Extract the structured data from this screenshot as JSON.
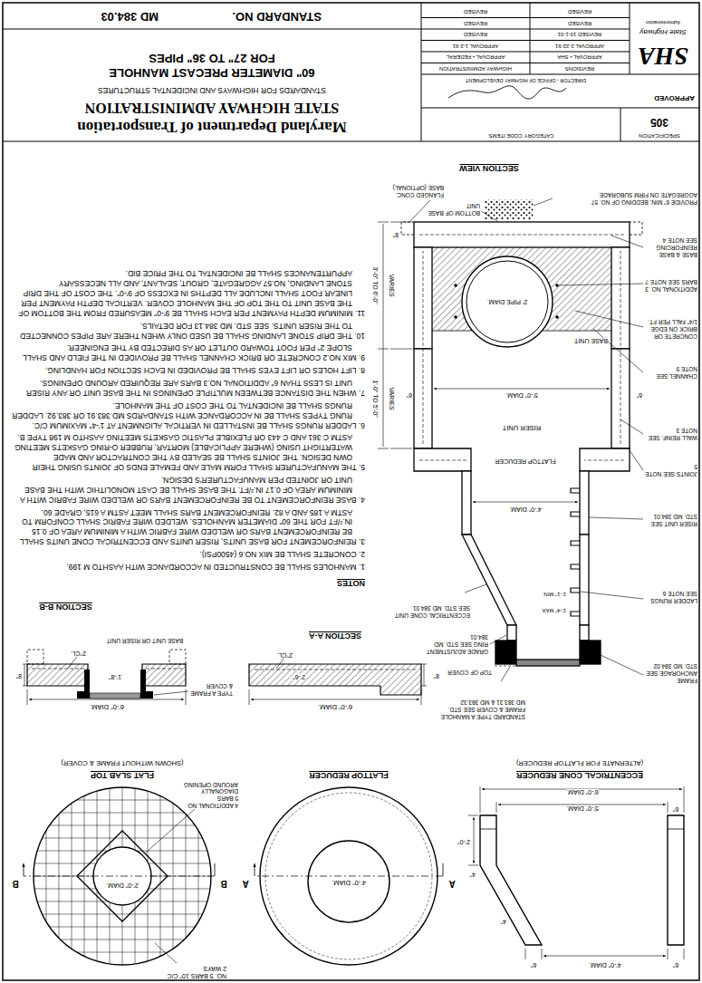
{
  "diagram": {
    "title": "60\" DIAMETER PRECAST MANHOLE FOR 27\" TO 36\" PIPES",
    "labels": [
      "ECCENTRICAL CONE REDUCER",
      "(ALTERNATE FOR FLATTOP REDUCER)",
      "6\"",
      "4'-0\" DIAM.",
      "6\"",
      "4\"",
      "4\"",
      "2'-0\"",
      "6\"",
      "5'-0\" DIAM.",
      "6'-0\" DIAM.",
      "FLATTOP REDUCER",
      "4'-0\" DIAM.",
      "A",
      "A",
      "FLAT SLAB TOP",
      "(SHOWN WITHOUT FRAME & COVER)",
      "2'-0\" DIAM.",
      "B",
      "B",
      "NO. 5 BARS 10\" C/C 2 WAYS",
      "4 ADDITIONAL NO. 5 BARS DIAGONALLY AROUND OPENING",
      "6'-0\" DIAM.",
      "2'-6\"",
      "8\"",
      "2\"CL.",
      "SECTION A-A",
      "6'-0\" DIAM.",
      "1'-8\"",
      "TYPE A FRAME & COVER",
      "8\"",
      "BASE UNIT OR RISER UNIT",
      "2\"CL.",
      "SECTION B-B",
      "FRAME ANCHORAGE SEE STD. MD 384.02",
      "LADDER RUNGS SEE NOTE 6",
      "RISER UNIT SEE STD. MD 384.01",
      "JOINTS SEE NOTE 5",
      "WALL REINF. SEE NOTE 3",
      "CHANNEL SEE NOTE 9",
      "CONCRETE OR BRICK ON EDGE 1/4\" FALL PER FT.",
      "ADDITIONAL NO. 3 BARS SEE NOTE 7",
      "BASE & BASE REINFORCING SEE NOTE 4",
      "PROVIDE 6\" MIN. BEDDING OF NO. 57 AGGREGATE ON FIRM SUBGRADE",
      "STANDARD TYPE A MANHOLE FRAME & COVER SEE STD. MD 383.31 & MD 383.32",
      "TOP OF COVER",
      "GRADE ADJUSTMENT RING SEE STD. MD 384.01",
      "ECCENTRICAL CONE UNIT SEE STD. MD 384.01",
      "1'-4\" MAX.",
      "1'-1\" MIN.",
      "4'-0\" DIAM.",
      "FLATTOP REDUCER",
      "RISER UNIT",
      "5'-0\" DIAM.",
      "6\"",
      "6\"",
      "VARIES",
      "1'-0\" TO 5'-0\"",
      "BASE UNIT",
      "2' PIPE DIAM.",
      "VARIES",
      "3'-0\" TO 6'-0\"",
      "8\"",
      "BOTTOM OF BASE UNIT",
      "FLANGED CONC. BASE (OPTIONAL)",
      "SECTION VIEW",
      "NOTES",
      "1. MANHOLES SHALL BE CONSTRUCTED IN ACCORDANCE WITH AASHTO M 199.",
      "2. CONCRETE SHALL BE MIX NO.6 (4500PSI).",
      "3. REINFORCEMENT FOR BASE UNITS, RISER UNITS AND ECCENTRICAL CONE UNITS SHALL BE REINFORCEMENT BARS OR WELDED WIRE FABRIC WITH A MINIMUM AREA OF 0.15 IN.²/FT FOR THE 60\" DIAMETER MANHOLES. WELDED WIRE FABRIC SHALL CONFORM TO ASTM A 185 AND A 82. REINFORCEMENT BARS SHALL MEET ASTM A 615, GRADE 60.",
      "4. BASE REINFORCEMENT TO BE REINFORCEMENT BARS OR WELDED WIRE FABRIC WITH A MINIMUM AREA OF 0.17 IN.²/FT. THE BASE SHALL BE CAST MONOLITHIC WITH THE BASE UNIT OR JOINTED PER MANUFACTURER'S DESIGN.",
      "5. THE MANUFACTURER SHALL FORM MALE AND FEMALE ENDS OF JOINTS USING THEIR OWN DESIGN. THE JOINTS SHALL BE SEALED BY THE CONTRACTOR AND MADE WATERTIGHT USING (WHERE APPLICABLE) MORTAR, RUBBER O-RING GASKETS MEETING ASTM C 361 AND C 443 OR FLEXIBLE PLASTIC GASKETS MEETING AASHTO M 198 TYPE B.",
      "6. LADDER RUNGS SHALL BE INSTALLED IN VERTICAL ALIGNMENT AT 1'-4\" MAXIMUM C/C. RUNG TYPES SHALL BE IN ACCORDANCE WITH STANDARDS MD 383.91 OR 383.92. LADDER RUNGS SHALL BE INCIDENTAL TO THE COST OF THE MANHOLE.",
      "7. WHEN THE DISTANCE BETWEEN MULTIPLE OPENINGS IN THE BASE UNIT OR ANY RISER UNIT IS LESS THAN 6\" ADDITIONAL NO.3 BARS ARE REQUIRED AROUND OPENINGS.",
      "8. LIFT HOLES OR LIFT EYES SHALL BE PROVIDED IN EACH SECTION FOR HANDLING.",
      "9. MIX NO.2 CONCRETE OR BRICK CHANNEL SHALL BE PROVIDED IN THE FIELD AND SHALL SLOPE 2\" PER FOOT TOWARD OUTLET OR AS DIRECTED BY THE ENGINEER.",
      "10. THE DRIP STONE LANDING SHALL BE USED ONLY WHEN THERE ARE PIPES CONNECTED TO THE RISER UNITS. SEE STD. MD 384.13 FOR DETAILS.",
      "11. MINIMUM DEPTH PAYMENT PER EACH SHALL BE 9'-0\" MEASURED FROM THE BOTTOM OF THE BASE UNIT TO THE TOP OF THE MANHOLE COVER. VERTICAL DEPTH PAYMENT PER LINEAR FOOT SHALL INCLUDE ALL DEPTHS IN EXCESS OF 9'-0\". THE COST OF THE DRIP STONE LANDING, NO.57 AGGREGATE, GROUT, SEALANT, AND ALL NECESSARY APPURTENANCES SHALL BE INCIDENTAL TO THE PRICE BID.",
      "SPECIFICATION",
      "305",
      "CATEGORY CODE ITEMS",
      "APPROVED",
      "DIRECTOR - OFFICE OF HIGHWAY DEVELOPMENT",
      "REVISIONS",
      "HIGHWAY ADMINISTRATION",
      "APPROVAL • SHA",
      "APPROVAL • FEDERAL",
      "APPROVAL 2-22-91",
      "APPROVAL 1-2-91",
      "REVISED 10-1-01",
      "REVISED",
      "REVISED",
      "REVISED",
      "REVISED",
      "REVISED",
      "SHA",
      "State Highway",
      "Administration",
      "Maryland Department of Transportation",
      "STATE HIGHWAY ADMINISTRATION",
      "STANDARDS FOR HIGHWAYS AND INCIDENTAL STRUCTURES",
      "STANDARD NO.",
      "MD 384.03"
    ]
  }
}
